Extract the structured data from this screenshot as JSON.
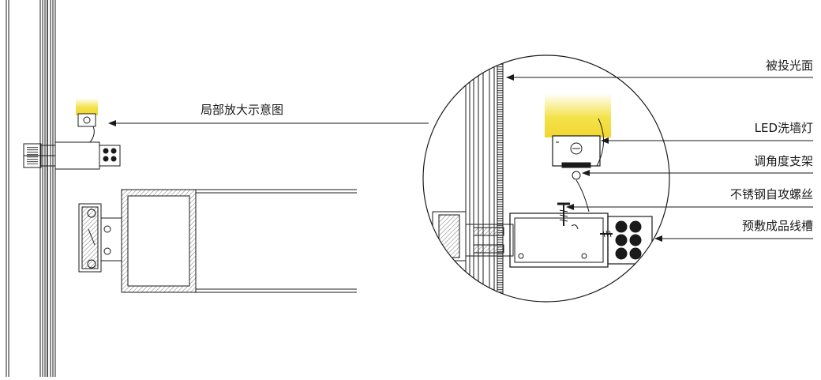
{
  "diagram": {
    "title": "",
    "callout_label": "局部放大示意图",
    "labels": {
      "lit_surface": "被投光面",
      "led_wall_washer": "LED洗墙灯",
      "angle_bracket": "调角度支架",
      "stainless_screw": "不锈钢自攻螺丝",
      "cable_trough": "预敷成品线槽"
    },
    "colors": {
      "line": "#1a1a1a",
      "light_glow": "#f4e24a",
      "hatch": "#555555",
      "background": "#ffffff"
    },
    "icons": {
      "arrowhead": "arrowhead-icon"
    }
  }
}
